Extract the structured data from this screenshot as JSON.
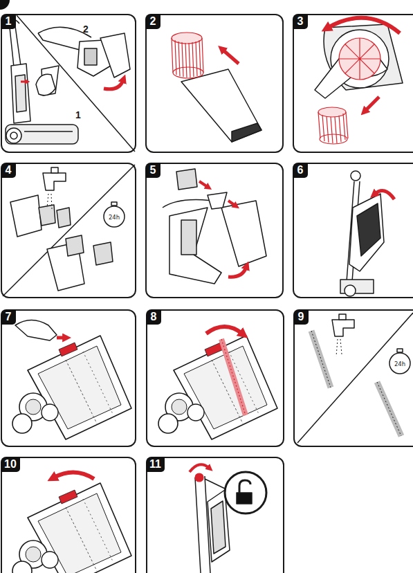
{
  "diagram": {
    "nodes": [
      {
        "text": [
          "1"
        ]
      },
      {
        "text": [
          "2"
        ]
      },
      {
        "text": [
          "3"
        ]
      },
      {
        "text": [
          "4"
        ]
      },
      {
        "text": [
          "5"
        ]
      },
      {
        "text": [
          "6"
        ]
      },
      {
        "text": [
          "7"
        ]
      },
      {
        "text": [
          "8"
        ]
      },
      {
        "text": [
          "9"
        ]
      },
      {
        "text": [
          "10"
        ]
      },
      {
        "text": [
          "11"
        ]
      }
    ],
    "labels": [
      "2",
      "1",
      "24h",
      "24h"
    ]
  }
}
